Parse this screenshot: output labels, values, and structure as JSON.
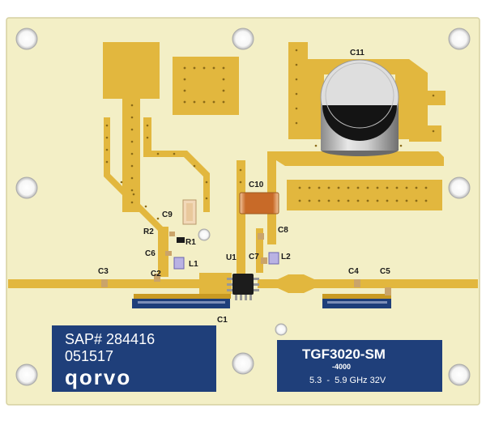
{
  "colors": {
    "board": "#f3efc6",
    "board_edge": "#d9d4a6",
    "copper": "#e2b73e",
    "copper_dark": "#c99a22",
    "panel": "#1f3f7a",
    "text_dark": "#1a1a1a"
  },
  "labels": {
    "c11": "C11",
    "c10": "C10",
    "c9": "C9",
    "c8": "C8",
    "c7": "C7",
    "c6": "C6",
    "c5": "C5",
    "c4": "C4",
    "c3": "C3",
    "c2": "C2",
    "c1": "C1",
    "r1": "R1",
    "r2": "R2",
    "l1": "L1",
    "l2": "L2",
    "u1": "U1"
  },
  "left_panel": {
    "sap": "SAP# 284416",
    "date_code": "051517",
    "logo": "qorvo"
  },
  "right_panel": {
    "part_number": "TGF3020-SM",
    "suffix": "-4000",
    "spec": "5.3  -  5.9 GHz 32V"
  }
}
